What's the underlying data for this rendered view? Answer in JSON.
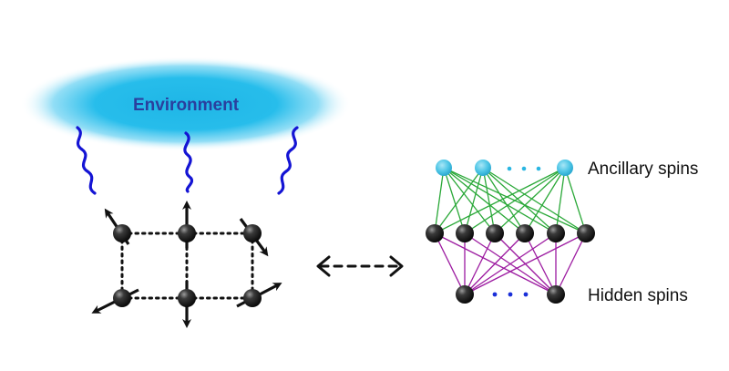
{
  "environment": {
    "label": "Environment"
  },
  "network": {
    "ancillary_label": "Ancillary spins",
    "hidden_label": "Hidden spins"
  },
  "colors": {
    "environment_cloud": "#1ab8e8",
    "environment_text": "#2a3f9e",
    "coupling_wave": "#1414d4",
    "ancillary_node": "#4fc6e6",
    "visible_node": "#1e1e1e",
    "hidden_node": "#1e1e1e",
    "ancillary_edges": "#2aa838",
    "hidden_edges": "#9c1aa0",
    "hidden_ellipsis": "#1a2fd8",
    "ancillary_ellipsis": "#2ab6e2",
    "arrows": "#111111"
  }
}
